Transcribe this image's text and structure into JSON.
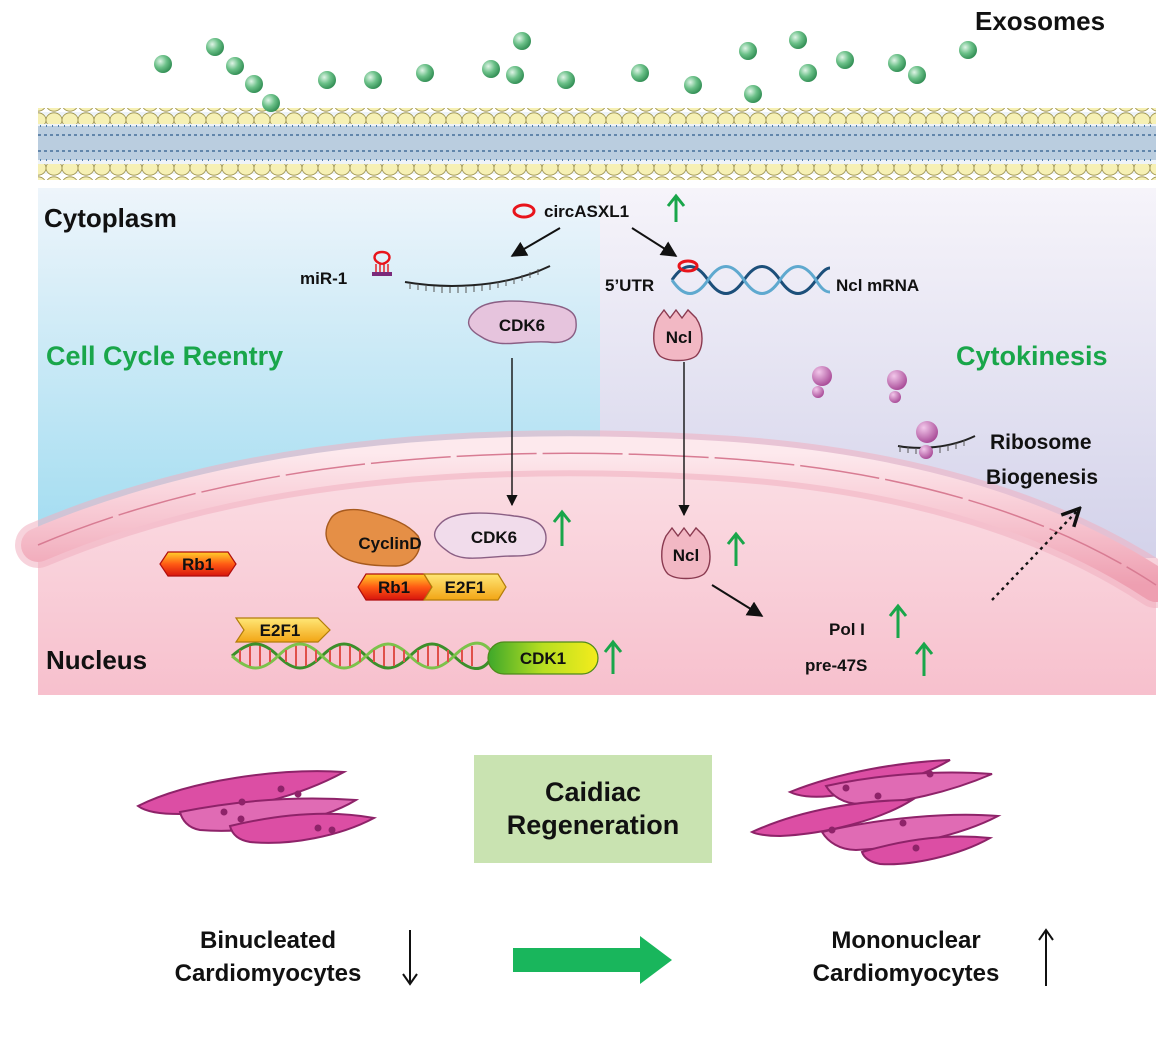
{
  "labels": {
    "exosomes": "Exosomes",
    "cytoplasm": "Cytoplasm",
    "nucleus": "Nucleus",
    "circ": "circASXL1",
    "mir1": "miR-1",
    "utr": "5’UTR",
    "ncl_mrna": "Ncl mRNA",
    "cdk6_top": "CDK6",
    "cdk6_nuc": "CDK6",
    "ncl_top": "Ncl",
    "ncl_nuc": "Ncl",
    "cell_cycle": "Cell Cycle Reentry",
    "cytokinesis": "Cytokinesis",
    "ribosome_line1": "Ribosome",
    "ribosome_line2": "Biogenesis",
    "cyclind": "CyclinD",
    "rb1_free": "Rb1",
    "rb1_complex": "Rb1",
    "e2f1_complex": "E2F1",
    "e2f1_dna": "E2F1",
    "cdk1": "CDK1",
    "pol1": "Pol I",
    "pre47s": "pre-47S",
    "regen_line1": "Caidiac",
    "regen_line2": "Regeneration",
    "binuc_line1": "Binucleated",
    "binuc_line2": "Cardiomyocytes",
    "mono_line1": "Mononuclear",
    "mono_line2": "Cardiomyocytes"
  },
  "colors": {
    "green_arrow": "#19a64a",
    "title_green": "#19a64a",
    "membrane_head": "#f6f0b4",
    "membrane_tail": "#4b7aa8",
    "exosome": "#6cc189",
    "cytoplasm_left": "#a6dff1",
    "cytoplasm_right": "#dcdbef",
    "nucleus": "#f9ccd6",
    "cdk6": "#e6c4dd",
    "ncl": "#f2b8c4",
    "cyclind": "#e58f46",
    "rb1": "#ff3a12",
    "e2f1": "#f8c21a",
    "cdk1": "#8fcc1f",
    "ribosome": "#b44f9f",
    "cell": "#dc4ea4",
    "regen_box": "#c9e3b1"
  },
  "icons": [
    "exosome-vesicle",
    "lipid-bilayer",
    "circrna-ring",
    "mirna-hairpin",
    "mrna-strand",
    "dna-helix",
    "ribosome",
    "up-arrow",
    "down-arrow",
    "block-arrow"
  ]
}
